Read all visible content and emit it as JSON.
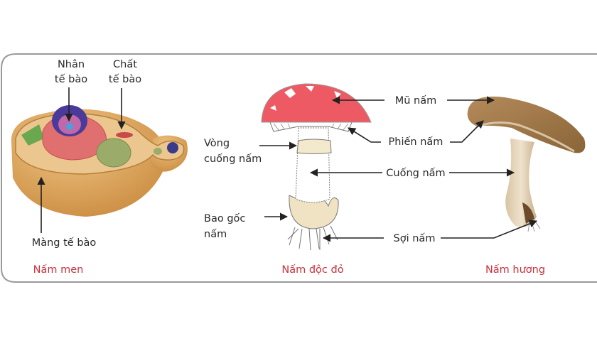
{
  "colors": {
    "caption": "#c8323c",
    "frame": "#9a9a9a",
    "amanita_cap": "#ee5a63",
    "shiitake_cap": "#a07a4c",
    "yeast_body": "#dba35c"
  },
  "yeast": {
    "nucleus_label": [
      "Nhân",
      "tế bào"
    ],
    "cytoplasm_label": [
      "Chất",
      "tế bào"
    ],
    "membrane_label": "Màng tế bào",
    "caption": "Nấm men"
  },
  "amanita": {
    "ring_label": [
      "Vòng",
      "cuống nấm"
    ],
    "volva_label": [
      "Bao gốc",
      "nấm"
    ],
    "caption": "Nấm độc đỏ"
  },
  "shared_labels": {
    "cap": "Mũ nấm",
    "gills": "Phiến nấm",
    "stem": "Cuống nấm",
    "hyphae": "Sợi nấm"
  },
  "shiitake": {
    "caption": "Nấm hương"
  }
}
